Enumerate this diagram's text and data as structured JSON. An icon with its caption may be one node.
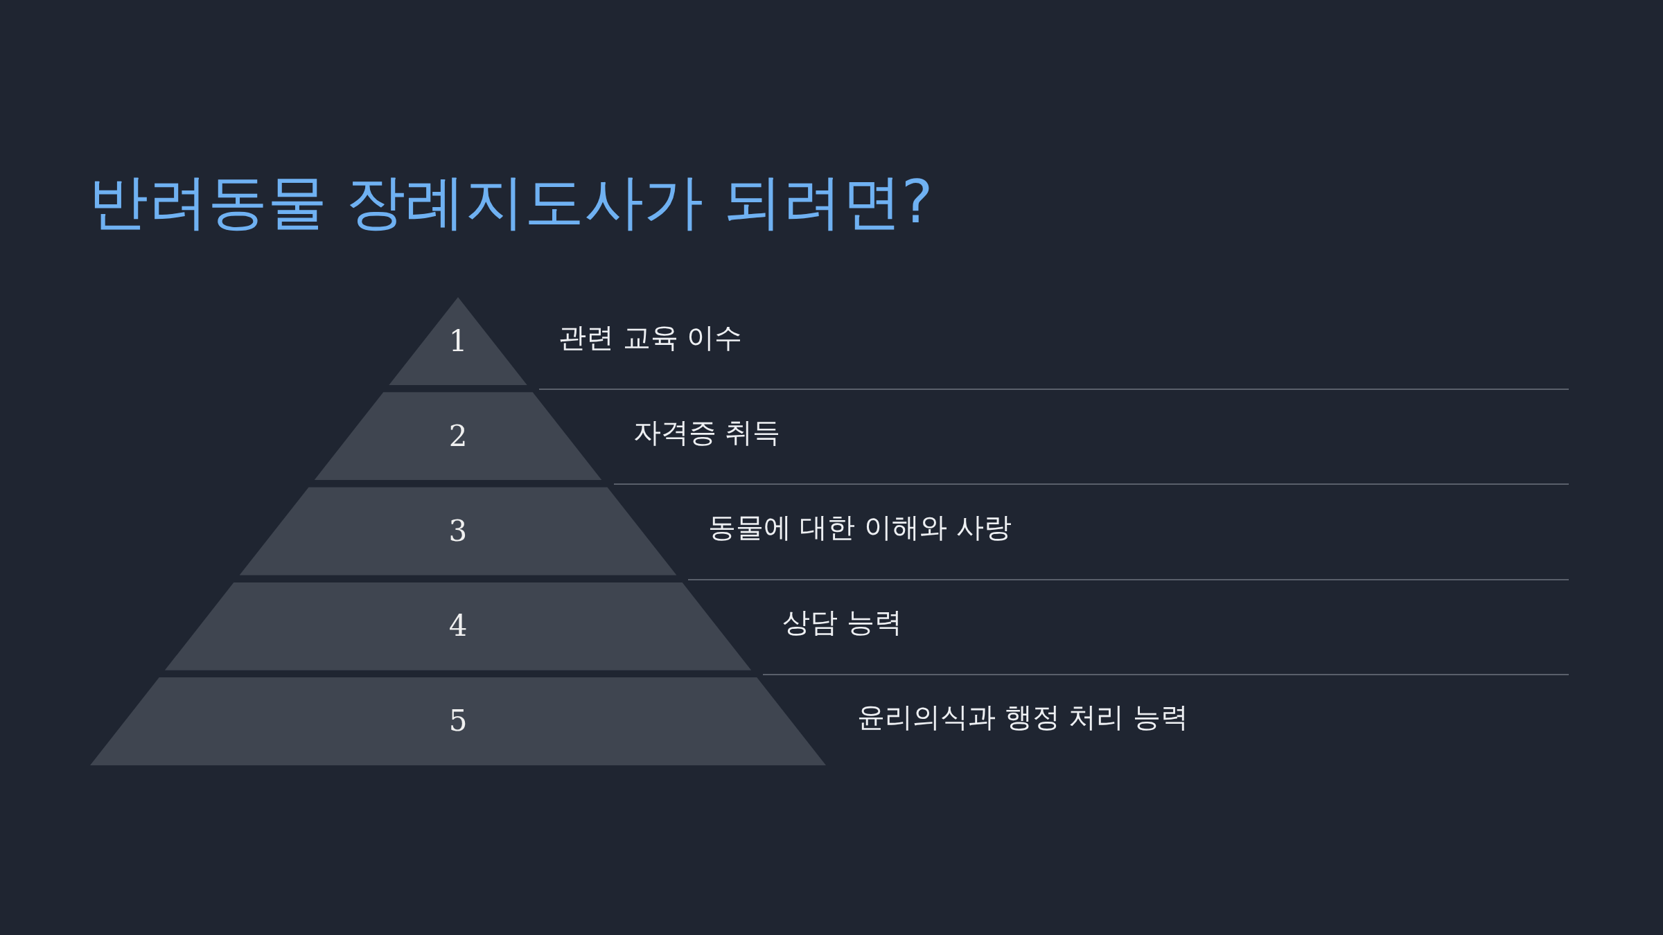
{
  "diagram": {
    "title": "반려동물 장례지도사가 되려면?",
    "nodes": [
      {
        "text": [
          "1"
        ],
        "beside": [
          "관련 교육 이수"
        ]
      },
      {
        "text": [
          "2"
        ],
        "beside": [
          "자격증 취득"
        ]
      },
      {
        "text": [
          "3"
        ],
        "beside": [
          "동물에 대한 이해와 사랑"
        ]
      },
      {
        "text": [
          "4"
        ],
        "beside": [
          "상담 능력"
        ]
      },
      {
        "text": [
          "5"
        ],
        "beside": [
          "윤리의식과 행정 처리 능력"
        ]
      }
    ]
  }
}
